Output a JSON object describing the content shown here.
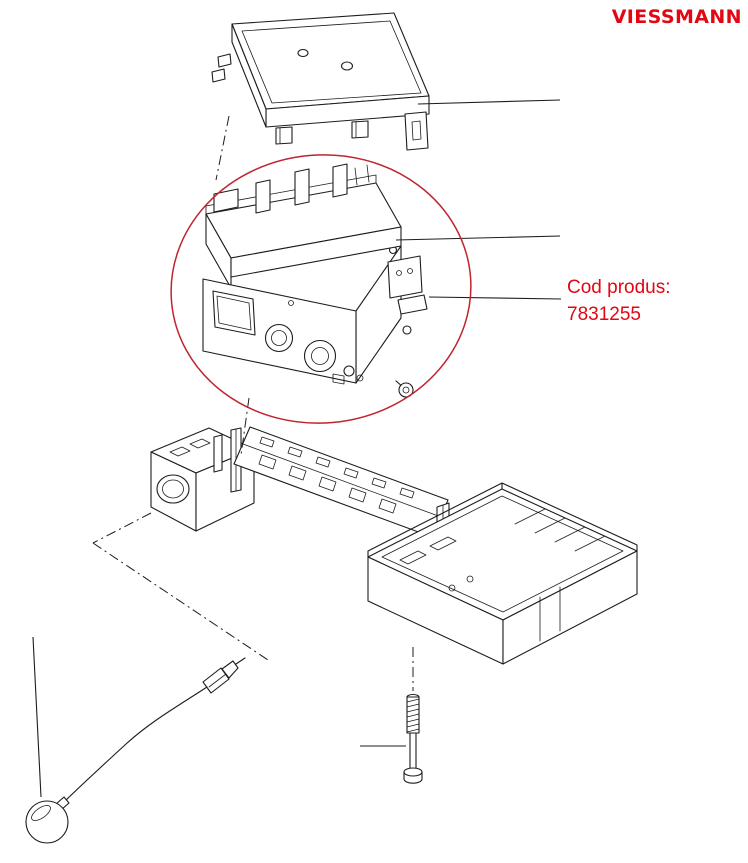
{
  "colors": {
    "background": "#ffffff",
    "line": "#1d1d1b",
    "brand_red": "#e30613",
    "callout_red": "#e30613",
    "highlight_red": "#bf2430"
  },
  "logo": {
    "text": "VIESSMANN"
  },
  "callout": {
    "label": "Cod produs:",
    "code": "7831255"
  },
  "diagram": {
    "type": "exploded-parts-diagram",
    "highlighted_part": "control-unit",
    "parts": [
      "top-cover",
      "fixing-screw-small",
      "control-unit",
      "base-frame-with-slotted-rail",
      "bottom-tray",
      "fixing-screw-long",
      "sensor-with-cable-and-plug"
    ]
  }
}
